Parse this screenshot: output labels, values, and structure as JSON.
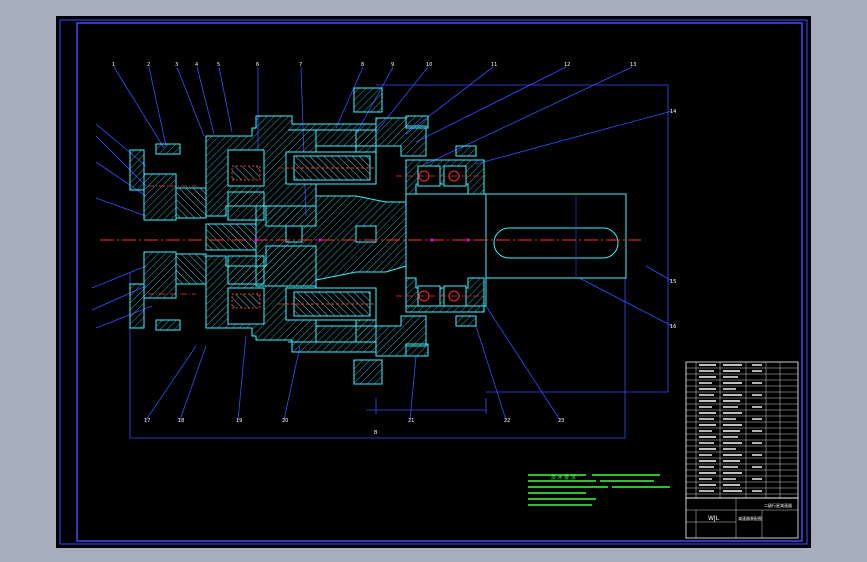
{
  "drawing": {
    "notes_title": "技 术 要 求",
    "bottom_mark": "B",
    "title_block_main": "WJL",
    "title_block_sub": "减速器装配图",
    "title_block_label": "二级行星减速器"
  },
  "colors": {
    "background": "#000000",
    "frame": "#3a4cff",
    "part_outline": "#3cf2ff",
    "hatch": "#2aa8b0",
    "bearing_red": "#ff3030",
    "notes_green": "#3cff3c",
    "text_white": "#ffffff",
    "magenta": "#ff00ff"
  }
}
